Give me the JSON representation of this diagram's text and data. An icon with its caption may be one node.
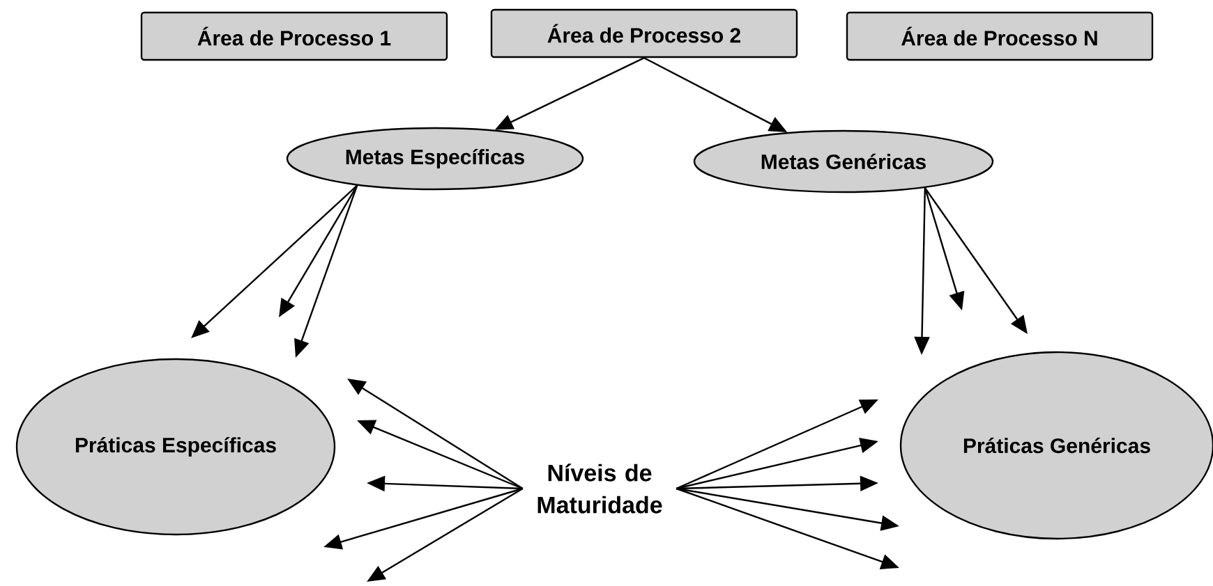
{
  "diagram": {
    "nodes": [
      {
        "text": [
          "Área de Processo 1"
        ]
      },
      {
        "text": [
          "Área de Processo 2"
        ]
      },
      {
        "text": [
          "Área de Processo N"
        ]
      },
      {
        "text": [
          "Metas Específicas"
        ]
      },
      {
        "text": [
          "Metas Genéricas"
        ]
      },
      {
        "text": [
          "Práticas Específicas"
        ]
      },
      {
        "text": [
          "Níveis de Maturidade"
        ]
      },
      {
        "text": [
          "Práticas Genéricas"
        ]
      }
    ],
    "edges": [
      {
        "from": 1,
        "to": 3,
        "arrow": "to"
      },
      {
        "from": 1,
        "to": 4,
        "arrow": "to"
      },
      {
        "from": 3,
        "to": null,
        "arrow": "to"
      },
      {
        "from": 3,
        "to": null,
        "arrow": "to"
      },
      {
        "from": 3,
        "to": null,
        "arrow": "to"
      },
      {
        "from": 4,
        "to": null,
        "arrow": "to"
      },
      {
        "from": 4,
        "to": null,
        "arrow": "to"
      },
      {
        "from": 4,
        "to": null,
        "arrow": "to"
      },
      {
        "from": 6,
        "to": null,
        "arrow": "to"
      },
      {
        "from": 6,
        "to": null,
        "arrow": "to"
      },
      {
        "from": 6,
        "to": null,
        "arrow": "to"
      },
      {
        "from": 6,
        "to": null,
        "arrow": "to"
      },
      {
        "from": 6,
        "to": null,
        "arrow": "to"
      },
      {
        "from": 6,
        "to": null,
        "arrow": "to"
      },
      {
        "from": 6,
        "to": null,
        "arrow": "to"
      },
      {
        "from": 6,
        "to": null,
        "arrow": "to"
      },
      {
        "from": 6,
        "to": null,
        "arrow": "to"
      },
      {
        "from": 6,
        "to": null,
        "arrow": "to"
      }
    ]
  }
}
